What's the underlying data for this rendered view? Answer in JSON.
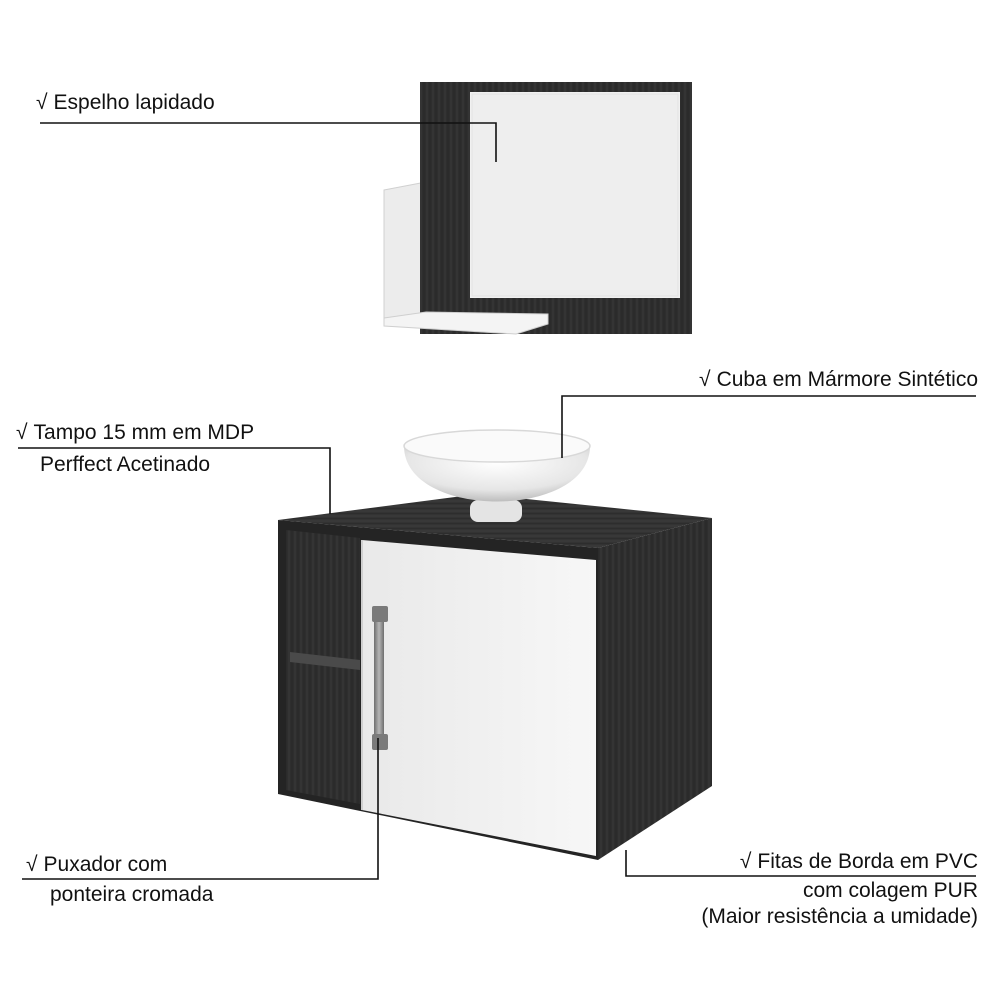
{
  "check_mark": "√",
  "colors": {
    "dark_wood": "#2b2b2b",
    "dark_wood_side": "#3a3a3a",
    "white_panel": "#f2f2f2",
    "white_shade": "#dcdcdc",
    "handle": "#8a8a8a",
    "leader_line": "#111111",
    "text": "#111111"
  },
  "callouts": {
    "mirror": {
      "line1": "Espelho lapidado"
    },
    "basin": {
      "line1": "Cuba em Mármore Sintético"
    },
    "top": {
      "line1": "Tampo 15 mm em MDP",
      "line2": "Perffect Acetinado"
    },
    "handle": {
      "line1": "Puxador com",
      "line2": "ponteira cromada"
    },
    "edges": {
      "line1": "Fitas de Borda em PVC",
      "line2": "com colagem PUR",
      "line3": "(Maior resistência a umidade)"
    }
  }
}
